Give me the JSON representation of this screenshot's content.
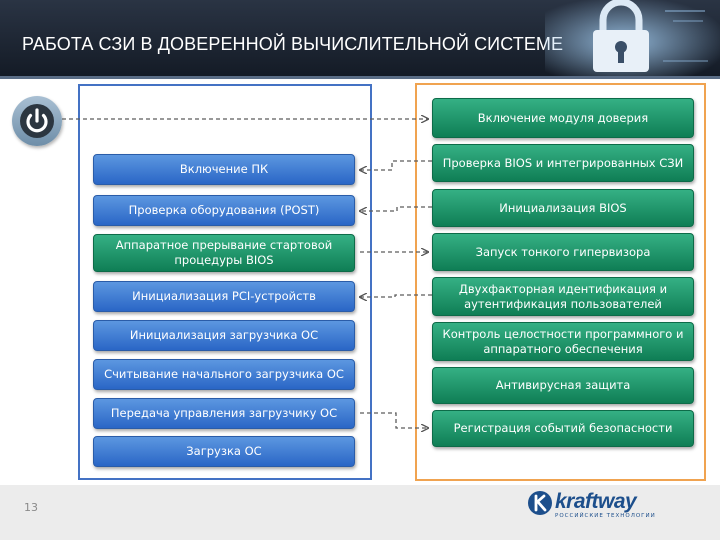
{
  "header": {
    "title": "РАБОТА СЗИ В ДОВЕРЕННОЙ ВЫЧИСЛИТЕЛЬНОЙ СИСТЕМЕ"
  },
  "left_steps": [
    "Включение ПК",
    "Проверка оборудования (POST)",
    "Аппаратное прерывание стартовой процедуры BIOS",
    "Инициализация PCI-устройств",
    "Инициализация загрузчика ОС",
    "Считывание начального загрузчика ОС",
    "Передача управления загрузчику ОС",
    "Загрузка ОС"
  ],
  "right_steps": [
    "Включение модуля доверия",
    "Проверка BIOS и интегрированных СЗИ",
    "Инициализация BIOS",
    "Запуск тонкого гипервизора",
    "Двухфакторная идентификация и аутентификация пользователей",
    "Контроль целостности программного и аппаратного обеспечения",
    "Антивирусная защита",
    "Регистрация событий безопасности"
  ],
  "footer": {
    "page_number": "13",
    "logo_text": "kraftway",
    "logo_subtitle": "РОССИЙСКИЕ ТЕХНОЛОГИИ"
  },
  "colors": {
    "header_bg": "#1b2330",
    "left_box": "#3c7bd4",
    "right_box": "#1a936a",
    "left_frame": "#4472c4",
    "right_frame": "#f0a350",
    "logo": "#1d4f8c"
  },
  "icons": [
    "power-icon",
    "lock-icon",
    "kraftway-logo-icon"
  ]
}
